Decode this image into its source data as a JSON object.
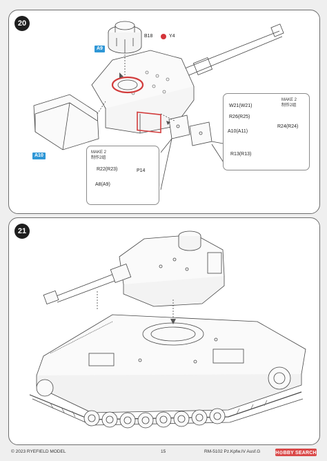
{
  "steps": [
    {
      "number": "20",
      "labels": {
        "b18": "B18",
        "y4": "Y4",
        "a9": "A9",
        "a10": "A10",
        "make2_right": "MAKE 2",
        "make2_right_cn": "制作2组",
        "w21": "W21(W21)",
        "r26": "R26(R25)",
        "a10a11": "A10(A11)",
        "r24": "R24(R24)",
        "r13": "R13(R13)",
        "make2_left": "MAKE 2",
        "make2_left_cn": "制作2组",
        "r22": "R22(R23)",
        "p14": "P14",
        "a8": "A8(A9)"
      }
    },
    {
      "number": "21"
    }
  ],
  "footer": {
    "copyright": "© 2023 RYEFIELD MODEL",
    "page_number": "15",
    "product": "RM-5102 Pz.Kpfw.IV Ausf.G",
    "watermark": "H⊙BBY SEARCH"
  },
  "colors": {
    "badge_blue": "#2f97d6",
    "highlight_red": "#d23c3c",
    "paint_red": "#d4353a"
  },
  "icons": {
    "paint": "paint-chip-icon",
    "arrow": "assembly-arrow-icon"
  }
}
